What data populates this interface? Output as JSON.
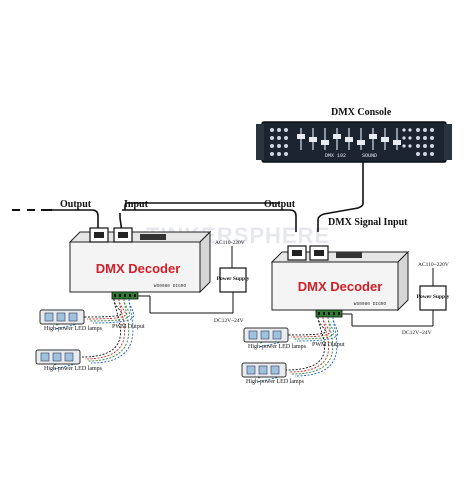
{
  "console": {
    "label": "DMX Console",
    "panel_text": "DMX 192",
    "panel_subtext": "SOUND"
  },
  "labels": {
    "output_left": "Output",
    "input_left": "Input",
    "output_mid": "Output",
    "dmx_signal_input": "DMX Signal Input"
  },
  "watermark": "TINKERSPHERE",
  "decoders": [
    {
      "title": "DMX Decoder",
      "model": "WS0080 DIGRO",
      "pwm_output": "PWM Output",
      "power_supply": "Power Supply",
      "ac_label": "AC110-220V",
      "dc_label": "DC12V~24V"
    },
    {
      "title": "DMX Decoder",
      "model": "WS0080 DIGRO",
      "pwm_output": "PWM Output",
      "power_supply": "Power Supply",
      "ac_label": "AC110~220V",
      "dc_label": "DC12V~24V"
    }
  ],
  "lamps": {
    "label": "High-power LED lamps"
  },
  "colors": {
    "console_body": "#1c2430",
    "decoder_body": "#f2f2f2",
    "decoder_title": "#d0202a",
    "wire": "#111111",
    "watermark": "#c9cdd6"
  }
}
